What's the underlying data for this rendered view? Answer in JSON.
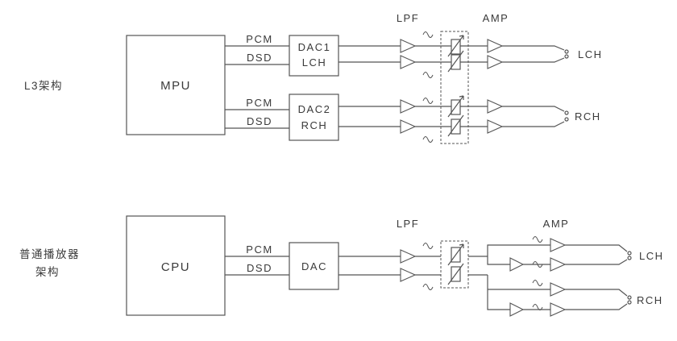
{
  "l3": {
    "arch_label": "L3架构",
    "mpu": "MPU",
    "pcm_a": "PCM",
    "dsd_a": "DSD",
    "pcm_b": "PCM",
    "dsd_b": "DSD",
    "dac1_line1": "DAC1",
    "dac1_line2": "LCH",
    "dac2_line1": "DAC2",
    "dac2_line2": "RCH",
    "lpf": "LPF",
    "amp": "AMP",
    "out_l": "LCH",
    "out_r": "RCH"
  },
  "normal": {
    "arch_label_line1": "普通播放器",
    "arch_label_line2": "架构",
    "cpu": "CPU",
    "pcm": "PCM",
    "dsd": "DSD",
    "dac": "DAC",
    "lpf": "LPF",
    "amp": "AMP",
    "out_l": "LCH",
    "out_r": "RCH"
  }
}
